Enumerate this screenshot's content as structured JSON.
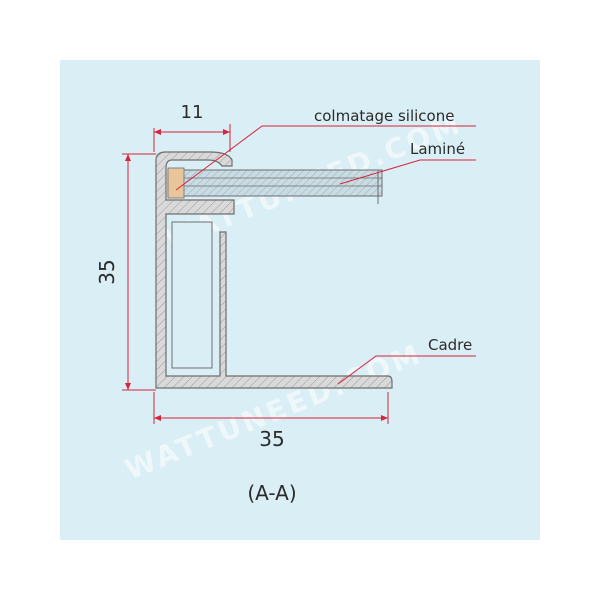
{
  "colors": {
    "background": "#daeef5",
    "profile_fill": "#d9d9d9",
    "profile_stroke": "#6e6e6e",
    "dimension_line": "#d6243a",
    "leader_line": "#d6243a",
    "text": "#2b2b2b"
  },
  "dimensions": {
    "top_width": "11",
    "height": "35",
    "bottom_width": "35"
  },
  "labels": {
    "silicone": "colmatage silicone",
    "laminate": "Laminé",
    "frame": "Cadre"
  },
  "section_label": "(A-A)",
  "watermark": "WATTUNEED.COM"
}
